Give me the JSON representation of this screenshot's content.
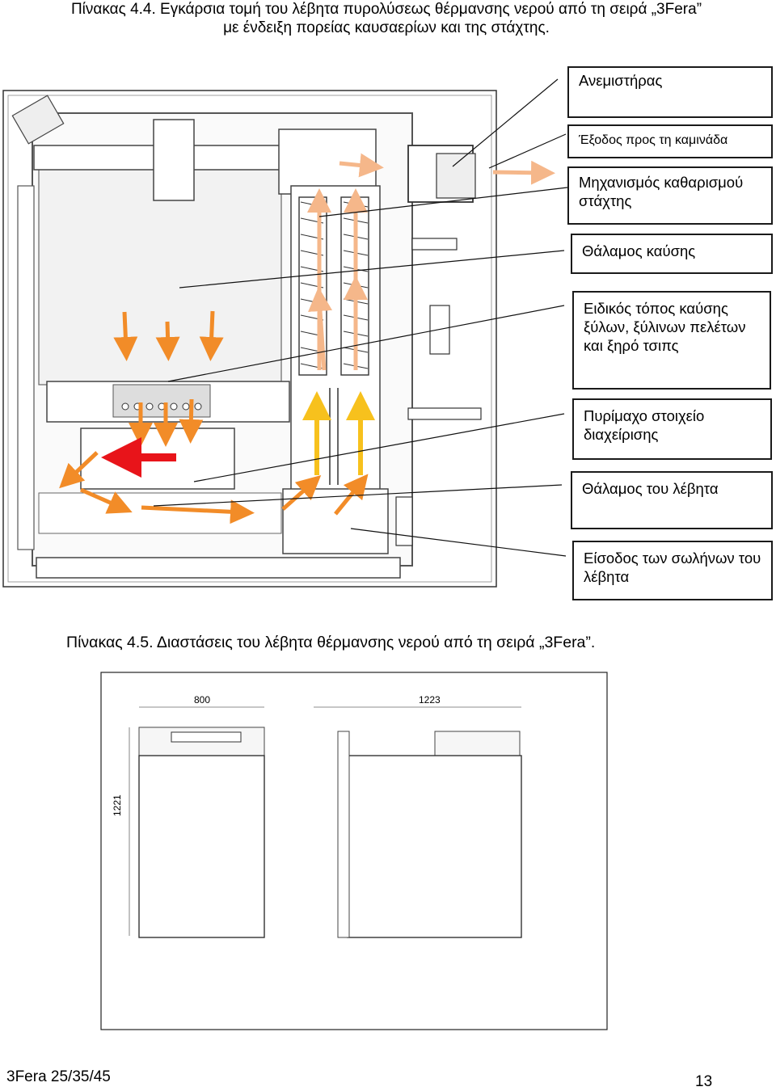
{
  "caption1": {
    "line1": "Πίνακας 4.4. Εγκάρσια τομή του λέβητα πυρολύσεως θέρμανσης νερού από τη σειρά „3Fera”",
    "line2": "με ένδειξη πορείας καυσαερίων και της στάχτης."
  },
  "callouts": [
    "Ανεμιστήρας",
    "Έξοδος προς τη καμινάδα",
    "Μηχανισμός καθαρισμού στάχτης",
    "Θάλαμος καύσης",
    "Ειδικός τόπος καύσης ξύλων, ξύλινων πελέτων και ξηρό τσιπς",
    "Πυρίμαχο στοιχείο διαχείρισης",
    "Θάλαμος του λέβητα",
    "Είσοδος των σωλήνων του λέβητα"
  ],
  "caption2": "Πίνακας 4.5. Διαστάσεις του λέβητα θέρμανσης νερού από τη σειρά „3Fera”.",
  "dimensions": {
    "front_width": "800",
    "side_depth": "1223",
    "height": "1221"
  },
  "footer": {
    "model": "3Fera 25/35/45",
    "page": "13"
  },
  "colors": {
    "flue_gas_arrow": "#f28c28",
    "flame_arrow": "#e8141a",
    "rising_gas_arrow": "#f7c11d",
    "chimney_arrow": "#f5b78a"
  }
}
